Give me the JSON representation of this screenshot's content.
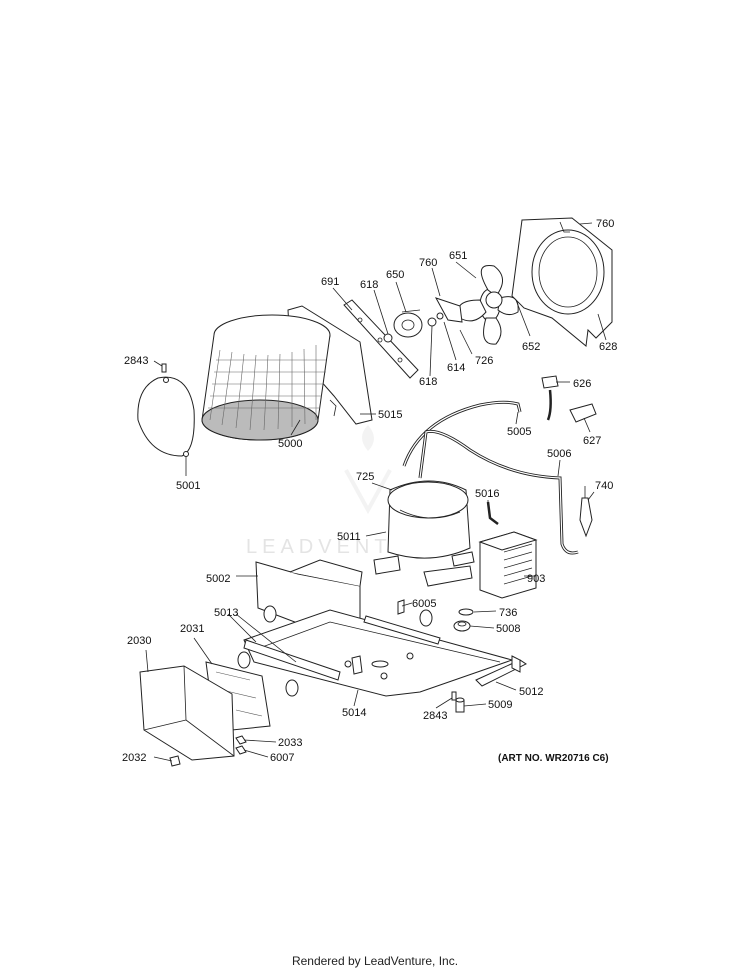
{
  "watermark": "LEADVENTURE",
  "art_number": "(ART NO. WR20716 C6)",
  "footer": "Rendered by LeadVenture, Inc.",
  "labels": {
    "p760a": "760",
    "p651": "651",
    "p760b": "760",
    "p691": "691",
    "p618a": "618",
    "p650": "650",
    "p652": "652",
    "p628": "628",
    "p726": "726",
    "p614": "614",
    "p618b": "618",
    "p2843a": "2843",
    "p5015": "5015",
    "p5000": "5000",
    "p5001": "5001",
    "p626": "626",
    "p627": "627",
    "p5005": "5005",
    "p5006": "5006",
    "p725": "725",
    "p5016": "5016",
    "p740": "740",
    "p5011": "5011",
    "p903": "903",
    "p5002": "5002",
    "p6005": "6005",
    "p736": "736",
    "p5013": "5013",
    "p5008": "5008",
    "p2030": "2030",
    "p2031": "2031",
    "p5012": "5012",
    "p5014": "5014",
    "p2843b": "2843",
    "p5009": "5009",
    "p2033": "2033",
    "p2032": "2032",
    "p6007": "6007"
  }
}
